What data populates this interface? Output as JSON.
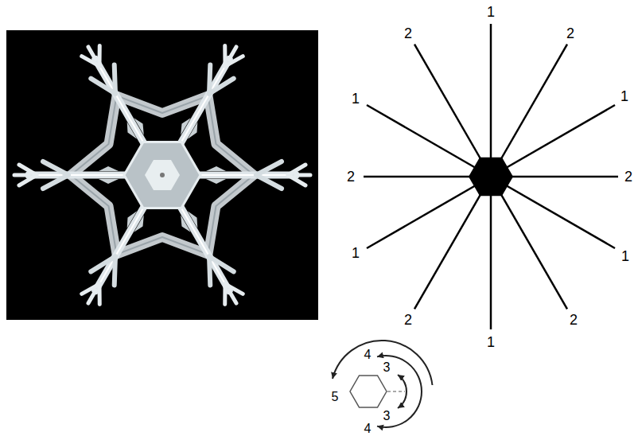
{
  "diagram": {
    "labels": [
      "1",
      "2",
      "2",
      "1",
      "1",
      "2",
      "2",
      "1",
      "1",
      "2",
      "2",
      "1",
      "4",
      "3",
      "5",
      "3",
      "4"
    ]
  }
}
